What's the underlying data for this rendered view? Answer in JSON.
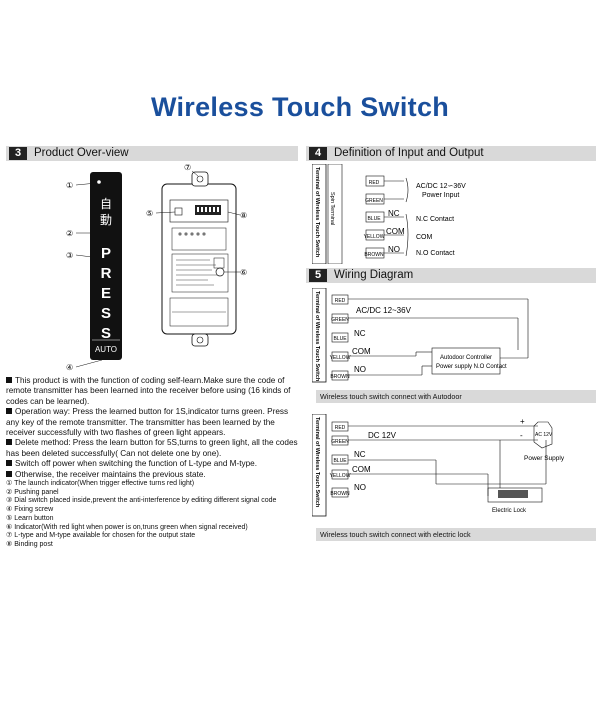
{
  "title": "Wireless Touch Switch",
  "sections": {
    "overview": {
      "num": "3",
      "title": "Product Over-view"
    },
    "io": {
      "num": "4",
      "title": "Definition of Input and Output"
    },
    "wiring": {
      "num": "5",
      "title": "Wiring Diagram"
    }
  },
  "device": {
    "callouts": [
      "①",
      "②",
      "③",
      "④",
      "⑤",
      "⑥",
      "⑦",
      "⑧"
    ],
    "kanji": [
      "自",
      "動"
    ],
    "press": [
      "P",
      "R",
      "E",
      "S",
      "S"
    ],
    "auto": "AUTO"
  },
  "bullets": [
    "This product is with the function of coding self-learn.Make sure the code of remote transmitter has been learned into the receiver before using (16 kinds of codes can be learned).",
    "Operation way: Press the learned button for 1S,indicator turns  green. Press any key of the remote transmitter. The transmitter has been  learned by the receiver successfully  with two flashes of green light appears.",
    "Delete method: Press the learn button  for 5S,turns to green light, all the codes has been deleted successfully( Can not delete one by one).",
    "Switch off power  when switching the function of L-type and M-type.",
    "Otherwise, the receiver maintains the previous state."
  ],
  "legend": [
    {
      "n": "①",
      "t": "The launch indicator(When trigger effective turns red light)"
    },
    {
      "n": "②",
      "t": "Pushing panel"
    },
    {
      "n": "③",
      "t": "Dial switch placed inside,prevent the anti-interference by  editing different signal code"
    },
    {
      "n": "④",
      "t": "Fixing screw"
    },
    {
      "n": "⑤",
      "t": "Learn button"
    },
    {
      "n": "⑥",
      "t": "Indicator(With red light when power is on,truns green when signal received)"
    },
    {
      "n": "⑦",
      "t": "L-type and M-type available for chosen for the output state"
    },
    {
      "n": "⑧",
      "t": "Binding post"
    }
  ],
  "io_diagram": {
    "side_label": "Terminal of Wireless Touch Switch",
    "spin_label": "Spin Terminal",
    "wires": [
      "RED",
      "GREEN",
      "BLUE",
      "YELLOW",
      "BROWN"
    ],
    "acdc": "AC/DC 12∽36V",
    "power_input": "Power Input",
    "nc": "NC",
    "com": "COM",
    "no": "NO",
    "nc_contact": "N.C Contact",
    "com_desc": "COM",
    "no_contact": "N.O Contact"
  },
  "wiring1": {
    "side_label": "Terminal of Wireless Touch Switch",
    "wires": [
      "RED",
      "GREEN",
      "BLUE",
      "YELLOW",
      "BROWN"
    ],
    "acdc": "AC/DC  12~36V",
    "nc": "NC",
    "com": "COM",
    "no": "NO",
    "controller": "Autodoor Controller",
    "controller_sub": "Power supply N.O Contact",
    "caption": "Wireless touch switch connect  with Autodoor"
  },
  "wiring2": {
    "side_label": "Terminal of Wireless Touch Switch",
    "wires": [
      "RED",
      "GREEN",
      "BLUE",
      "YELLOW",
      "BROWN"
    ],
    "dc": "DC  12V",
    "nc": "NC",
    "com": "COM",
    "no": "NO",
    "plus": "+",
    "minus": "-",
    "ps_box": "AC 12V",
    "power_supply": "Power Supply",
    "electric_lock": "Electric Lock",
    "caption": "Wireless touch switch connect with electric lock"
  }
}
